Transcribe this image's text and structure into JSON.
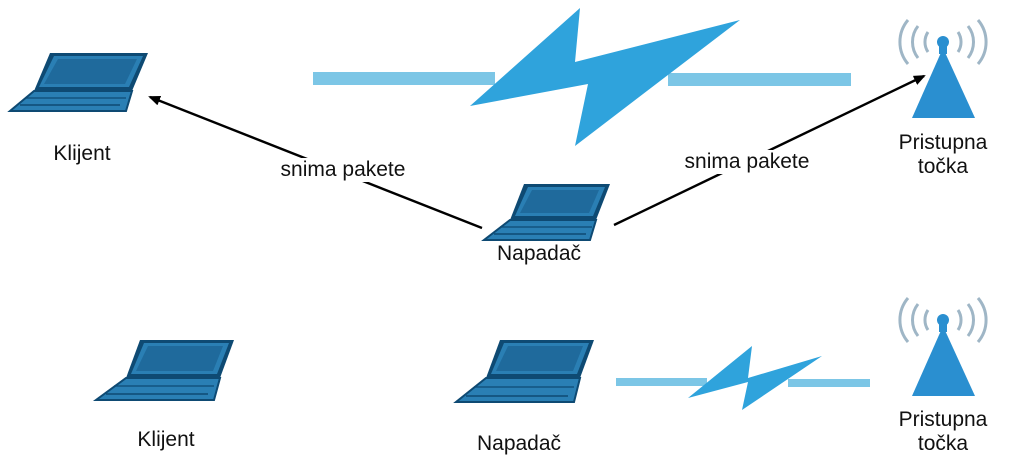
{
  "colors": {
    "laptop_fill": "#2a7fb4",
    "laptop_screen": "#1f6a9c",
    "laptop_edge": "#0e4a73",
    "link": "#7cc6e6",
    "bolt": "#2fa3dc",
    "tower": "#2a8fd0",
    "waves": "#9fb6c6",
    "arrow": "#000000"
  },
  "top_scene": {
    "client_label": "Klijent",
    "attacker_label": "Napadač",
    "ap_label_line1": "Pristupna",
    "ap_label_line2": "točka",
    "arrow_left_label": "snima pakete",
    "arrow_right_label": "snima pakete"
  },
  "bottom_scene": {
    "client_label": "Klijent",
    "attacker_label": "Napadač",
    "ap_label_line1": "Pristupna",
    "ap_label_line2": "točka"
  }
}
